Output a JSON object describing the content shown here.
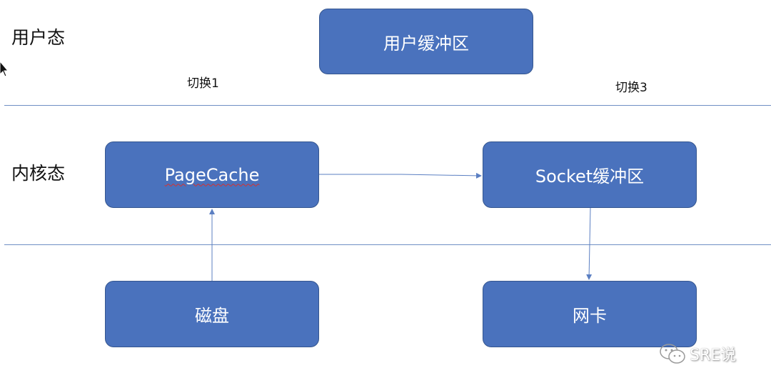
{
  "zones": {
    "user_mode": "用户态",
    "kernel_mode": "内核态"
  },
  "switches": {
    "switch1": "切换1",
    "switch3": "切换3"
  },
  "boxes": {
    "user_buffer": "用户缓冲区",
    "page_cache": "PageCache",
    "socket_buffer": "Socket缓冲区",
    "disk": "磁盘",
    "nic": "网卡"
  },
  "connections": [
    {
      "from": "磁盘",
      "to": "PageCache"
    },
    {
      "from": "PageCache",
      "to": "Socket缓冲区"
    },
    {
      "from": "Socket缓冲区",
      "to": "网卡"
    }
  ],
  "watermark": {
    "text": "SRE说",
    "logo": "wechat-icon"
  },
  "colors": {
    "box_fill": "#4a72bd",
    "box_border": "#35568f",
    "line": "#6f8fc4",
    "arrow": "#5b7fc2",
    "spellcheck": "#d9302c"
  }
}
